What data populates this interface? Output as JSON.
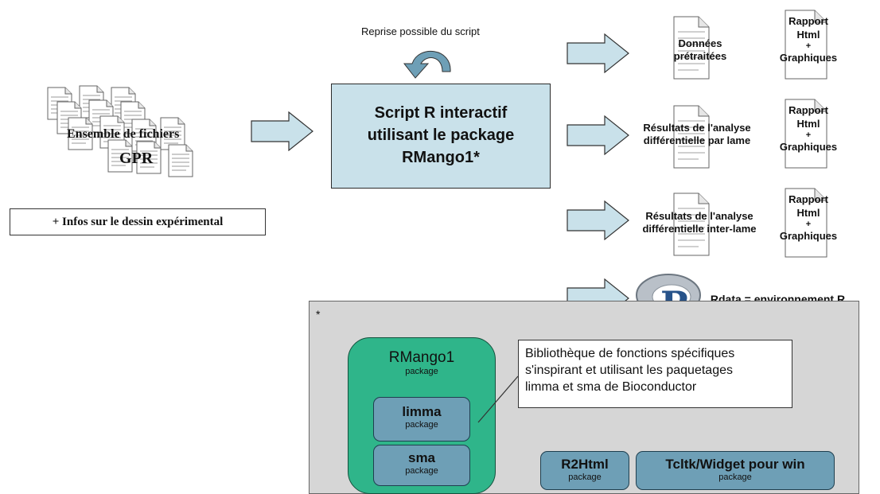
{
  "inputs": {
    "files_line1": "Ensemble de fichiers",
    "files_line2": "GPR",
    "infos": "+ Infos sur le dessin expérimental"
  },
  "script": {
    "loop_label": "Reprise possible du script",
    "line1": "Script R interactif",
    "line2": "utilisant le package",
    "line3": "RMango1*"
  },
  "outputs": [
    {
      "line1": "Données",
      "line2": "prétraitées"
    },
    {
      "line1": "Résultats de l'analyse",
      "line2": "différentielle par lame"
    },
    {
      "line1": "Résultats de l'analyse",
      "line2": "différentielle inter-lame"
    }
  ],
  "report": {
    "line1": "Rapport",
    "line2": "Html",
    "plus": "+",
    "line3": "Graphiques"
  },
  "rdata": {
    "logo_letter": "R",
    "label": ".Rdata = environnement R"
  },
  "legend": {
    "asterisk": "*",
    "rmango": {
      "name": "RMango1",
      "sub": "package"
    },
    "limma": {
      "name": "limma",
      "sub": "package"
    },
    "sma": {
      "name": "sma",
      "sub": "package"
    },
    "callout": [
      "Bibliothèque de fonctions spécifiques",
      "s'inspirant et utilisant les paquetages",
      "limma et sma de Bioconductor"
    ],
    "r2html": {
      "name": "R2Html",
      "sub": "package"
    },
    "tcltk": {
      "name": "Tcltk/Widget pour win",
      "sub": "package"
    }
  },
  "colors": {
    "box_fill": "#c9e1ea",
    "arrow_fill": "#c9e1ea",
    "rmango_green": "#2fb58a",
    "pkg_blue": "#6e9fb6",
    "legend_bg": "#d6d6d6"
  }
}
